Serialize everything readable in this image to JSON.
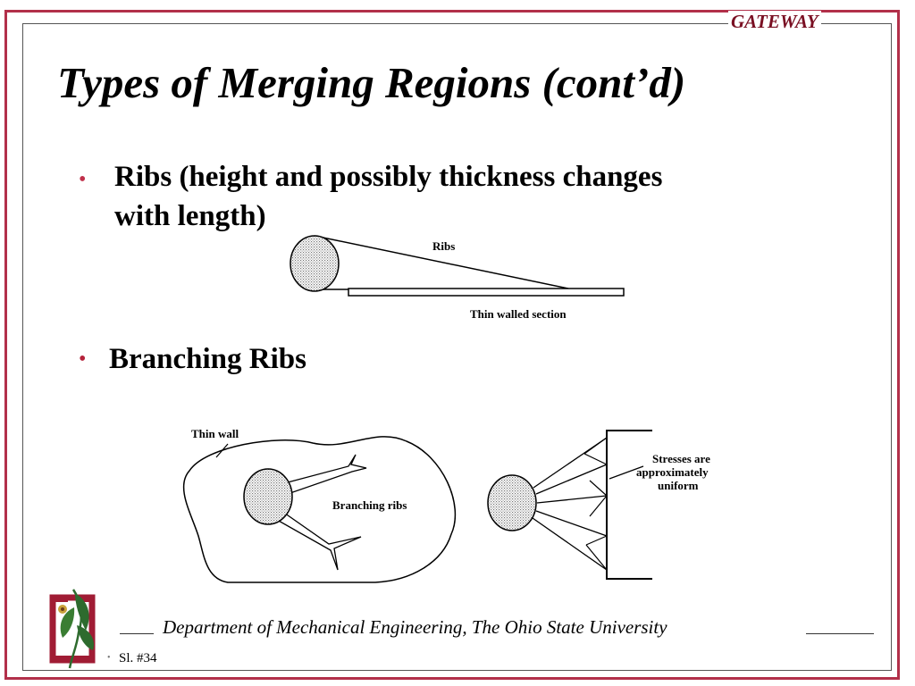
{
  "header": {
    "gateway": "GATEWAY"
  },
  "slide": {
    "title": "Types of Merging Regions (cont’d)",
    "bullets": [
      {
        "line1": "Ribs (height and possibly thickness changes",
        "line2": "with length)"
      },
      {
        "line1": "Branching Ribs"
      }
    ]
  },
  "figure1": {
    "ribs_label": "Ribs",
    "section_label": "Thin walled section"
  },
  "figure2": {
    "thin_wall_label": "Thin wall",
    "branching_label": "Branching ribs"
  },
  "figure3": {
    "stress_line1": "Stresses are",
    "stress_line2": "approximately",
    "stress_line3": "uniform"
  },
  "footer": {
    "department": "Department of Mechanical Engineering, The Ohio State University",
    "slide_number": "Sl. #34"
  },
  "colors": {
    "frame": "#b2304a",
    "bullet": "#c0304a",
    "logo": "#a01c34",
    "leaf": "#2e6b2e"
  }
}
